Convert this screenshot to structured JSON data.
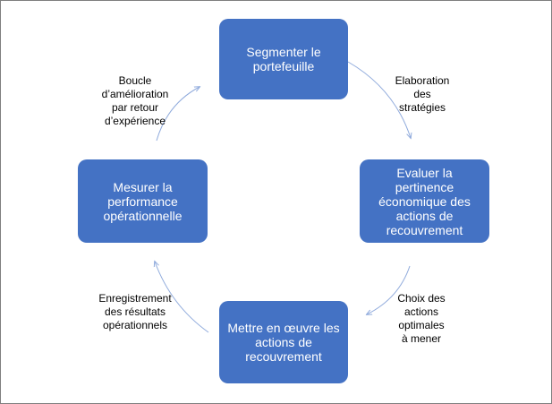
{
  "colors": {
    "node_fill": "#4472c4",
    "node_text": "#ffffff",
    "arrow": "#8faadc",
    "label_text": "#000000",
    "frame": "#7f7f7f"
  },
  "cycle": {
    "nodes": {
      "top": "Segmenter le\nportefeuille",
      "right": "Evaluer la\npertinence\néconomique des\nactions de\nrecouvrement",
      "bottom": "Mettre en œuvre les\nactions de\nrecouvrement",
      "left": "Mesurer la\nperformance\nopérationnelle"
    },
    "labels": {
      "top_right": "Elaboration\ndes\nstratégies",
      "bottom_right": "Choix des\nactions\noptimales\nà mener",
      "bottom_left": "Enregistrement\ndes résultats\nopérationnels",
      "top_left": "Boucle\nd’amélioration\npar retour\nd’expérience"
    }
  }
}
